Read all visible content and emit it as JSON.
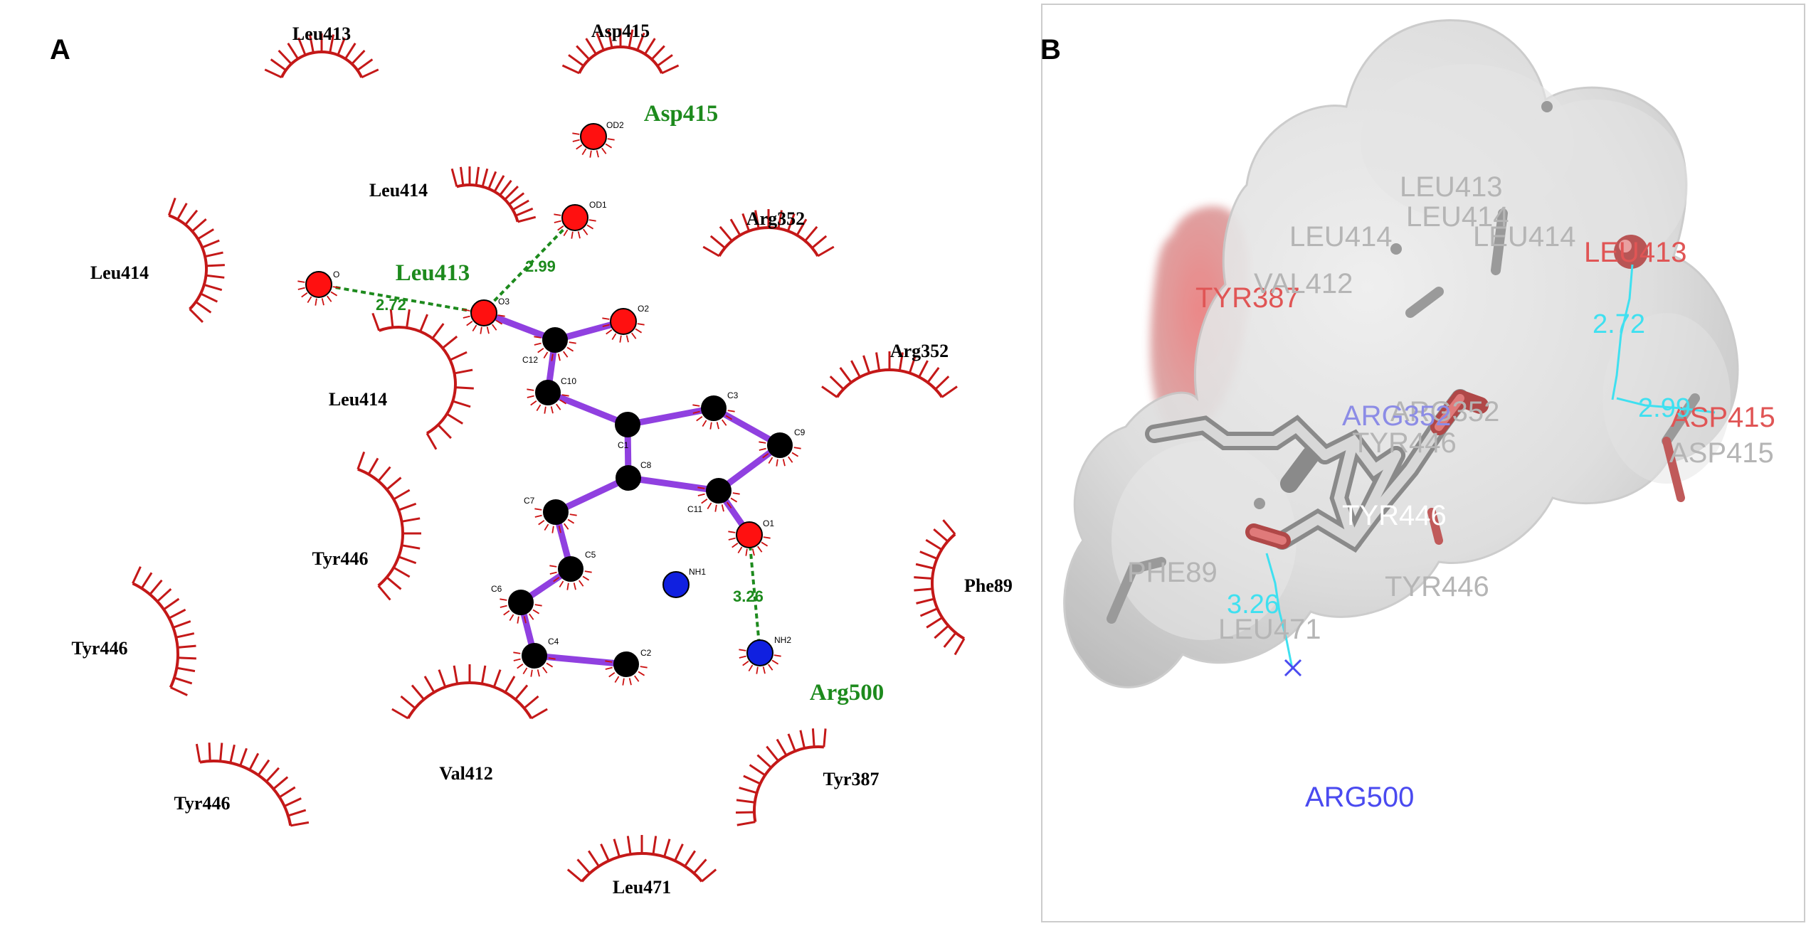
{
  "panel_a": {
    "letter": "A",
    "residues": [
      {
        "id": "leu413-top",
        "label": "Leu413"
      },
      {
        "id": "asp415-top",
        "label": "Asp415"
      },
      {
        "id": "leu414-mid",
        "label": "Leu414"
      },
      {
        "id": "arg352-upper",
        "label": "Arg352"
      },
      {
        "id": "leu414-left",
        "label": "Leu414"
      },
      {
        "id": "arg352-right",
        "label": "Arg352"
      },
      {
        "id": "leu414-low",
        "label": "Leu414"
      },
      {
        "id": "tyr446-mid",
        "label": "Tyr446"
      },
      {
        "id": "phe89",
        "label": "Phe89"
      },
      {
        "id": "tyr446-left",
        "label": "Tyr446"
      },
      {
        "id": "val412",
        "label": "Val412"
      },
      {
        "id": "tyr387",
        "label": "Tyr387"
      },
      {
        "id": "tyr446-bottom",
        "label": "Tyr446"
      },
      {
        "id": "leu471",
        "label": "Leu471"
      }
    ],
    "hbond_residues": [
      {
        "id": "asp415-hb",
        "label": "Asp415"
      },
      {
        "id": "leu413-hb",
        "label": "Leu413"
      },
      {
        "id": "arg500-hb",
        "label": "Arg500"
      }
    ],
    "atom_labels": {
      "od2": "OD2",
      "od1": "OD1",
      "o": "O",
      "o3": "O3",
      "o2": "O2",
      "c12": "C12",
      "c10": "C10",
      "c1": "C1",
      "c3": "C3",
      "c9": "C9",
      "c8": "C8",
      "c11": "C11",
      "o1": "O1",
      "c7": "C7",
      "c5": "C5",
      "c6": "C6",
      "c4": "C4",
      "c2": "C2",
      "nh1": "NH1",
      "nh2": "NH2"
    },
    "distances": [
      "2.99",
      "2.72",
      "3.26"
    ]
  },
  "panel_b": {
    "letter": "B",
    "labels": [
      {
        "id": "leu413-a",
        "text": "LEU413",
        "color": "#b5b5b5"
      },
      {
        "id": "leu414-a",
        "text": "LEU414",
        "color": "#b5b5b5"
      },
      {
        "id": "leu414-b",
        "text": "LEU414",
        "color": "#b5b5b5"
      },
      {
        "id": "leu414-c",
        "text": "LEU414",
        "color": "#b5b5b5"
      },
      {
        "id": "leu413-red",
        "text": "LEU413",
        "color": "#e05555"
      },
      {
        "id": "tyr387",
        "text": "TYR387",
        "color": "#e05555"
      },
      {
        "id": "val412",
        "text": "VAL412",
        "color": "#b5b5b5"
      },
      {
        "id": "arg352-gray",
        "text": "ARG352",
        "color": "#b5b5b5"
      },
      {
        "id": "arg352-blue",
        "text": "ARG352",
        "color": "#8c8ce6"
      },
      {
        "id": "asp415-red",
        "text": "ASP415",
        "color": "#e05555"
      },
      {
        "id": "asp415-gray",
        "text": "ASP415",
        "color": "#b5b5b5"
      },
      {
        "id": "tyr446-a",
        "text": "TYR446",
        "color": "#b5b5b5"
      },
      {
        "id": "tyr446-b",
        "text": "TYR446",
        "color": "#ffffff"
      },
      {
        "id": "tyr446-c",
        "text": "TYR446",
        "color": "#b5b5b5"
      },
      {
        "id": "phe89",
        "text": "PHE89",
        "color": "#b5b5b5"
      },
      {
        "id": "leu471",
        "text": "LEU471",
        "color": "#b5b5b5"
      },
      {
        "id": "arg500",
        "text": "ARG500",
        "color": "#4a4af0"
      }
    ],
    "distances": [
      "2.72",
      "2.99",
      "3.26"
    ]
  }
}
